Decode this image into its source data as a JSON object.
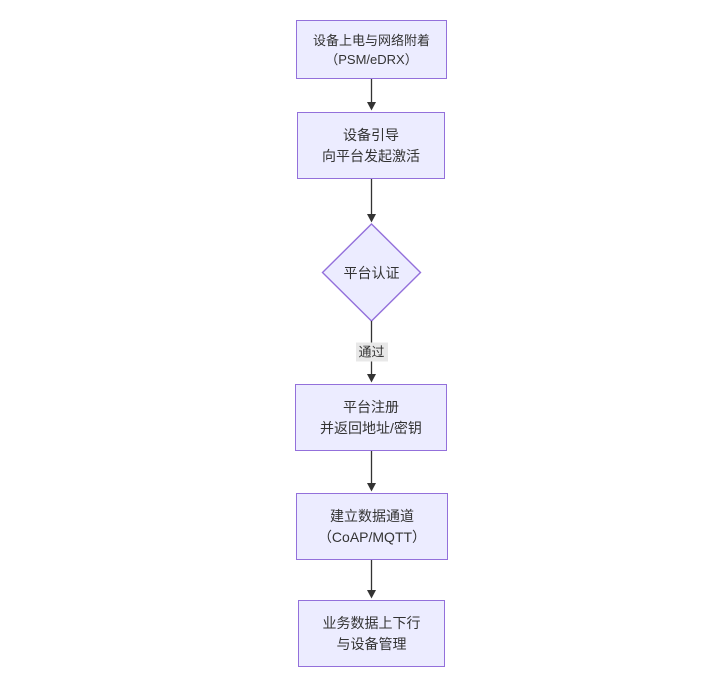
{
  "theme": {
    "background": "#ffffff",
    "node_fill": "#ECECFF",
    "node_border": "#9370DB",
    "text_color": "#333333",
    "edge_color": "#333333",
    "edge_label_bg": "#e8e8e8"
  },
  "flowchart": {
    "nodes": [
      {
        "shape": "rect",
        "lines": [
          "设备上电与网络附着",
          "（PSM/eDRX）"
        ]
      },
      {
        "shape": "rect",
        "lines": [
          "设备引导",
          "向平台发起激活"
        ]
      },
      {
        "shape": "diamond",
        "lines": [
          "平台认证"
        ]
      },
      {
        "shape": "rect",
        "lines": [
          "平台注册",
          "并返回地址/密钥"
        ]
      },
      {
        "shape": "rect",
        "lines": [
          "建立数据通道",
          "（CoAP/MQTT）"
        ]
      },
      {
        "shape": "rect",
        "lines": [
          "业务数据上下行",
          "与设备管理"
        ]
      }
    ],
    "edges": [
      {
        "from": 0,
        "to": 1,
        "label": ""
      },
      {
        "from": 1,
        "to": 2,
        "label": ""
      },
      {
        "from": 2,
        "to": 3,
        "label": "通过"
      },
      {
        "from": 3,
        "to": 4,
        "label": ""
      },
      {
        "from": 4,
        "to": 5,
        "label": ""
      }
    ]
  }
}
